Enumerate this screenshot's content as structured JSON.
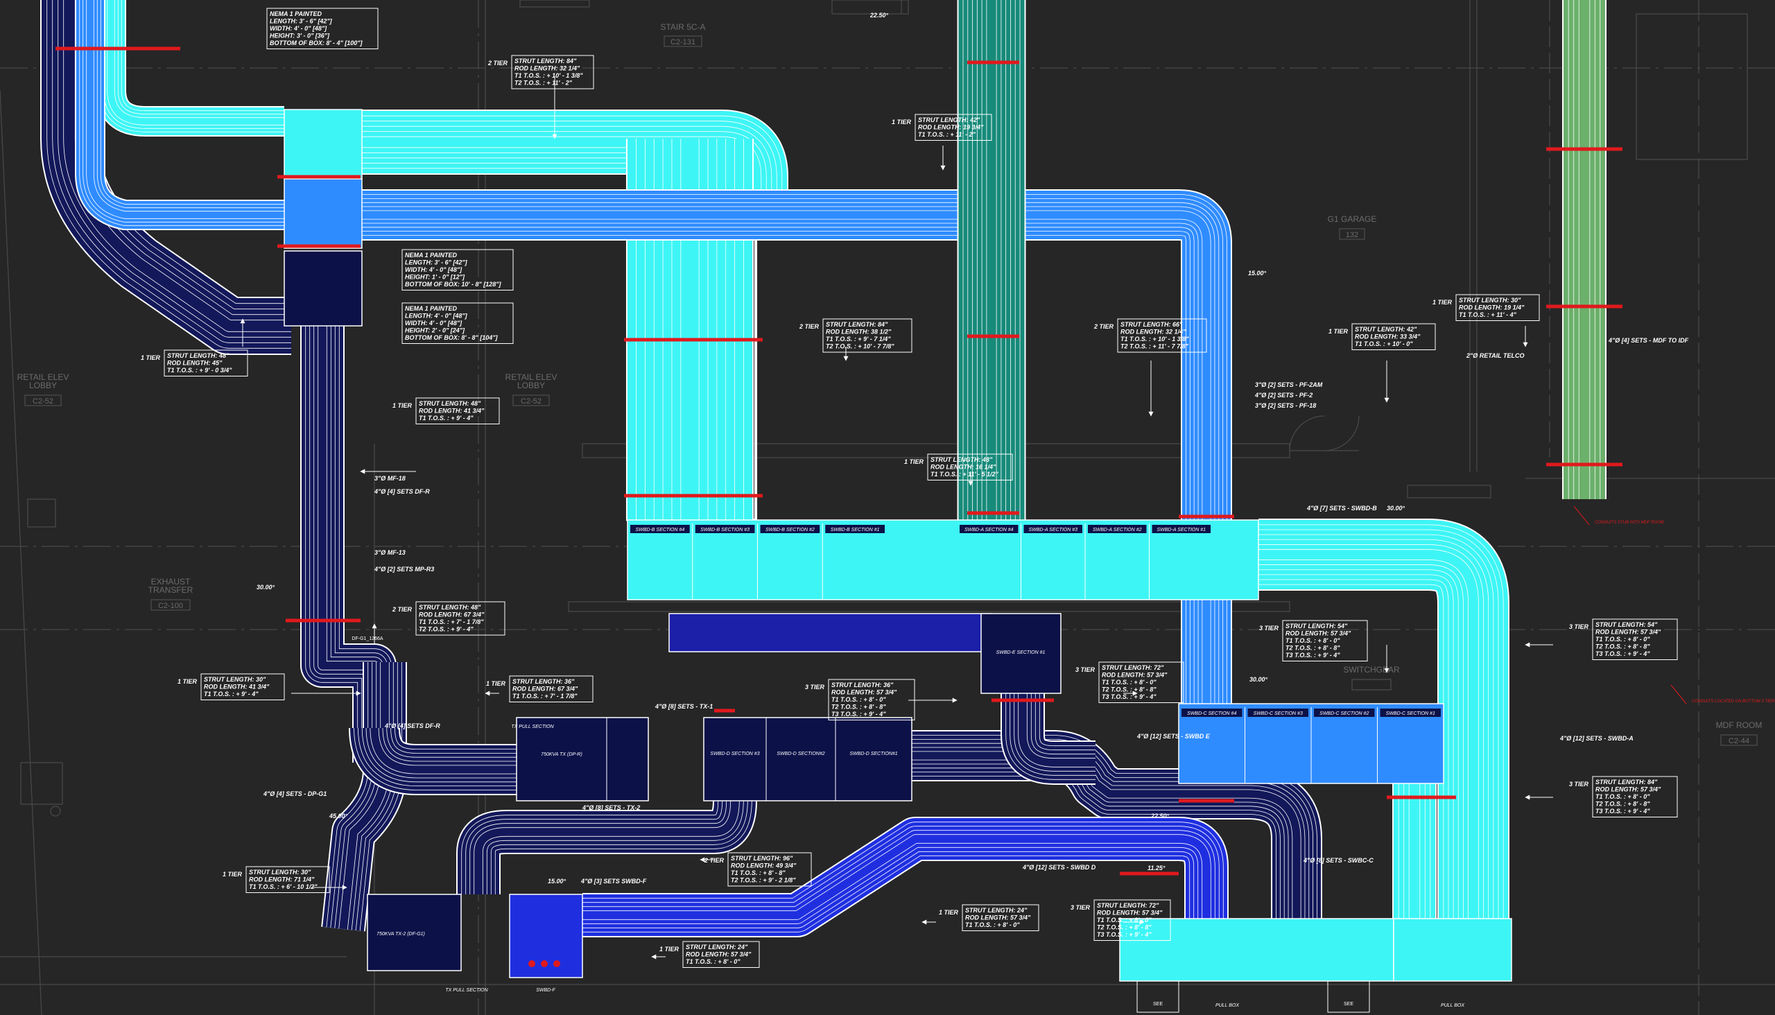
{
  "rooms": [
    {
      "id": "stair",
      "name": "STAIR 5C-A",
      "code": "C2-131"
    },
    {
      "id": "garage",
      "name": "G1 GARAGE",
      "code": "132"
    },
    {
      "id": "retail_left",
      "name": "RETAIL ELEV\nLOBBY",
      "code": "C2-52"
    },
    {
      "id": "retail_right",
      "name": "RETAIL ELEV\nLOBBY",
      "code": "C2-52"
    },
    {
      "id": "exhaust",
      "name": "EXHAUST\nTRANSFER",
      "code": "C2-100"
    },
    {
      "id": "switchgear",
      "name": "SWITCHGEAR",
      "code": ""
    },
    {
      "id": "mdf",
      "name": "MDF ROOM",
      "code": "C2-44"
    }
  ],
  "boxes": [
    {
      "id": "nema1",
      "text": "NEMA 1 PAINTED\nLENGTH: 3' - 6\" [42\"]\nWIDTH: 4' - 0\" [48\"]\nHEIGHT: 3' - 0\" [36\"]\nBOTTOM OF BOX: 8' - 4\" [100\"]"
    },
    {
      "id": "nema2",
      "text": "NEMA 1 PAINTED\nLENGTH: 3' - 6\" [42\"]\nWIDTH: 4' - 0\" [48\"]\nHEIGHT: 1' - 0\" [12\"]\nBOTTOM OF BOX: 10' - 8\" [128\"]"
    },
    {
      "id": "nema3",
      "text": "NEMA 1 PAINTED\nLENGTH: 4' - 0\" [48\"]\nWIDTH: 4' - 0\" [48\"]\nHEIGHT: 2' - 0\" [24\"]\nBOTTOM OF BOX: 8' - 8\" [104\"]"
    }
  ],
  "struts": [
    {
      "id": "s1",
      "tier": "2 TIER",
      "text": "STRUT LENGTH: 84\"\nROD LENGTH: 32 1/4\"\nT1 T.O.S. : + 10' - 1 3/8\"\nT2 T.O.S. : + 11' - 2\""
    },
    {
      "id": "s2",
      "tier": "1 TIER",
      "text": "STRUT LENGTH: 42\"\nROD LENGTH: 19 3/4\"\nT1 T.O.S. : + 11' - 2\""
    },
    {
      "id": "s3",
      "tier": "1 TIER",
      "text": "STRUT LENGTH: 48\"\nROD LENGTH: 45\"\nT1 T.O.S. : + 9' - 0 3/4\""
    },
    {
      "id": "s4",
      "tier": "1 TIER",
      "text": "STRUT LENGTH: 48\"\nROD LENGTH: 41 3/4\"\nT1 T.O.S. : + 9' - 4\""
    },
    {
      "id": "s5",
      "tier": "2 TIER",
      "text": "STRUT LENGTH: 84\"\nROD LENGTH: 38 1/2\"\nT1 T.O.S. : + 9' - 7 1/4\"\nT2 T.O.S. : + 10' - 7 7/8\""
    },
    {
      "id": "s6",
      "tier": "2 TIER",
      "text": "STRUT LENGTH: 66\"\nROD LENGTH: 32 1/4\"\nT1 T.O.S. : + 10' - 1 3/8\"\nT2 T.O.S. : + 11' - 7 7/8\""
    },
    {
      "id": "s7",
      "tier": "1 TIER",
      "text": "STRUT LENGTH: 42\"\nROD LENGTH: 33 3/4\"\nT1 T.O.S. : + 10' - 0\""
    },
    {
      "id": "s8",
      "tier": "1 TIER",
      "text": "STRUT LENGTH: 30\"\nROD LENGTH: 19 1/4\"\nT1 T.O.S. : + 11' - 4\""
    },
    {
      "id": "s9",
      "tier": "1 TIER",
      "text": "STRUT LENGTH: 48\"\nROD LENGTH: 16 1/4\"\nT1 T.O.S. : + 11' - 5 1/2\""
    },
    {
      "id": "s10",
      "tier": "2 TIER",
      "text": "STRUT LENGTH: 48\"\nROD LENGTH: 67 3/4\"\nT1 T.O.S. : + 7' - 1 7/8\"\nT2 T.O.S. : + 9' - 4\""
    },
    {
      "id": "s11",
      "tier": "1 TIER",
      "text": "STRUT LENGTH: 30\"\nROD LENGTH: 41 3/4\"\nT1 T.O.S. : + 9' - 4\""
    },
    {
      "id": "s12",
      "tier": "1 TIER",
      "text": "STRUT LENGTH: 36\"\nROD LENGTH: 67 3/4\"\nT1 T.O.S. : + 7' - 1 7/8\""
    },
    {
      "id": "s13",
      "tier": "3 TIER",
      "text": "STRUT LENGTH: 36\"\nROD LENGTH: 57 3/4\"\nT1 T.O.S. : + 8' - 0\"\nT2 T.O.S. : + 8' - 8\"\nT3 T.O.S. : + 9' - 4\""
    },
    {
      "id": "s14",
      "tier": "3 TIER",
      "text": "STRUT LENGTH: 54\"\nROD LENGTH: 57 3/4\"\nT1 T.O.S. : + 8' - 0\"\nT2 T.O.S. : + 8' - 8\"\nT3 T.O.S. : + 9' - 4\""
    },
    {
      "id": "s15",
      "tier": "3 TIER",
      "text": "STRUT LENGTH: 54\"\nROD LENGTH: 57 3/4\"\nT1 T.O.S. : + 8' - 0\"\nT2 T.O.S. : + 8' - 8\"\nT3 T.O.S. : + 9' - 4\""
    },
    {
      "id": "s16",
      "tier": "3 TIER",
      "text": "STRUT LENGTH: 72\"\nROD LENGTH: 57 3/4\"\nT1 T.O.S. : + 8' - 0\"\nT2 T.O.S. : + 8' - 8\"\nT3 T.O.S. : + 9' - 4\""
    },
    {
      "id": "s17",
      "tier": "3 TIER",
      "text": "STRUT LENGTH: 84\"\nROD LENGTH: 57 3/4\"\nT1 T.O.S. : + 8' - 0\"\nT2 T.O.S. : + 8' - 8\"\nT3 T.O.S. : + 9' - 4\""
    },
    {
      "id": "s18",
      "tier": "2 TIER",
      "text": "STRUT LENGTH: 96\"\nROD LENGTH: 49 3/4\"\nT1 T.O.S. : + 8' - 8\"\nT2 T.O.S. : + 9' - 2 1/8\""
    },
    {
      "id": "s19",
      "tier": "1 TIER",
      "text": "STRUT LENGTH: 30\"\nROD LENGTH: 71 1/4\"\nT1 T.O.S. : + 6' - 10 1/2\""
    },
    {
      "id": "s20",
      "tier": "1 TIER",
      "text": "STRUT LENGTH: 24\"\nROD LENGTH: 57 3/4\"\nT1 T.O.S. : + 8' - 0\""
    },
    {
      "id": "s21",
      "tier": "1 TIER",
      "text": "STRUT LENGTH: 24\"\nROD LENGTH: 57 3/4\"\nT1 T.O.S. : + 8' - 0\""
    },
    {
      "id": "s22",
      "tier": "3 TIER",
      "text": "STRUT LENGTH: 72\"\nROD LENGTH: 57 3/4\"\nT1 T.O.S. : + 8' - 0\"\nT2 T.O.S. : + 8' - 8\"\nT3 T.O.S. : + 9' - 4\""
    }
  ],
  "conduit_labels": [
    {
      "id": "c1",
      "text": "3\"Ø  [2] SETS - PF-2AM"
    },
    {
      "id": "c2",
      "text": "4\"Ø  [2] SETS - PF-2"
    },
    {
      "id": "c3",
      "text": "3\"Ø  [2] SETS - PF-18"
    },
    {
      "id": "c4",
      "text": "4\"Ø  [4] SETS - MDF TO IDF"
    },
    {
      "id": "c5",
      "text": "2\"Ø    RETAIL TELCO"
    },
    {
      "id": "c6",
      "text": "3\"Ø   MF-18"
    },
    {
      "id": "c7",
      "text": "4\"Ø  [4] SETS DF-R"
    },
    {
      "id": "c8",
      "text": "3\"Ø   MF-13"
    },
    {
      "id": "c9",
      "text": "4\"Ø  [2] SETS MP-R3"
    },
    {
      "id": "c10",
      "text": "4\"Ø  [7] SETS - SWBD-B"
    },
    {
      "id": "c11",
      "text": "4\"Ø  [4] SETS DF-R"
    },
    {
      "id": "c12",
      "text": "4\"Ø  [8] SETS - TX-1"
    },
    {
      "id": "c13",
      "text": "4\"Ø  [4] SETS - DP-G1"
    },
    {
      "id": "c14",
      "text": "4\"Ø  [8] SETS - TX-2"
    },
    {
      "id": "c15",
      "text": "4\"Ø  [12] SETS - SWBD E"
    },
    {
      "id": "c16",
      "text": "4\"Ø  [12] SETS - SWBD-A"
    },
    {
      "id": "c17",
      "text": "4\"Ø  [12] SETS - SWBD D"
    },
    {
      "id": "c18",
      "text": "4\"Ø  [8] SETS - SWBC-C"
    },
    {
      "id": "c19",
      "text": "4\"Ø  [3] SETS SWBD-F"
    }
  ],
  "angles": [
    "22.50°",
    "15.00°",
    "30.00°",
    "30.00°",
    "30.00°",
    "45.00°",
    "22.50°",
    "11.25°",
    "15.00°"
  ],
  "equipment": {
    "swbd_b": [
      "SWBD-B  SECTION #4",
      "SWBD-B  SECTION #3",
      "SWBD-B  SECTION #2",
      "SWBD-B  SECTION #1"
    ],
    "swbd_a": [
      "SWBD-A  SECTION #4",
      "SWBD-A  SECTION #3",
      "SWBD-A  SECTION #2",
      "SWBD-A  SECTION #1"
    ],
    "swbd_c": [
      "SWBD-C  SECTION #4",
      "SWBD-C  SECTION #3",
      "SWBD-C  SECTION #2",
      "SWBD-C  SECTION #1"
    ],
    "swbd_d": [
      "SWBD-D  SECTION #3",
      "SWBD-D  SECTION#2",
      "SWBD-D  SECTION#1"
    ],
    "swbd_e": "SWBD-E  SECTION #1",
    "tx1": "750KVA TX (DP-R)",
    "tx2": "750KVA TX-2 (DF-G1)",
    "tx_pull_top": "TX PULL SECTION",
    "tx_pull_bottom": "TX PULL SECTION",
    "swbd_f": "SWBD-F",
    "pull_box_1": "PULL BOX",
    "pull_box_2": "PULL BOX",
    "see": [
      "SEE",
      "SEE"
    ],
    "tag_01": "DF-G1_1266A"
  },
  "notes": [
    {
      "id": "n1",
      "text": "CONDUITS STUB INTO MDF ROOM"
    },
    {
      "id": "n2",
      "text": "CONDUITS LOCATED ON BOTTOM 3 TIERS"
    }
  ],
  "colors": {
    "background": "#262626",
    "cyan": "#3ef5f5",
    "blue": "#2f8cff",
    "navy": "#13185a",
    "deep_blue": "#1f2fe0",
    "teal": "#178a7a",
    "green": "#6bb06b",
    "strut_red": "#e0191d",
    "linework": "#ffffff"
  }
}
